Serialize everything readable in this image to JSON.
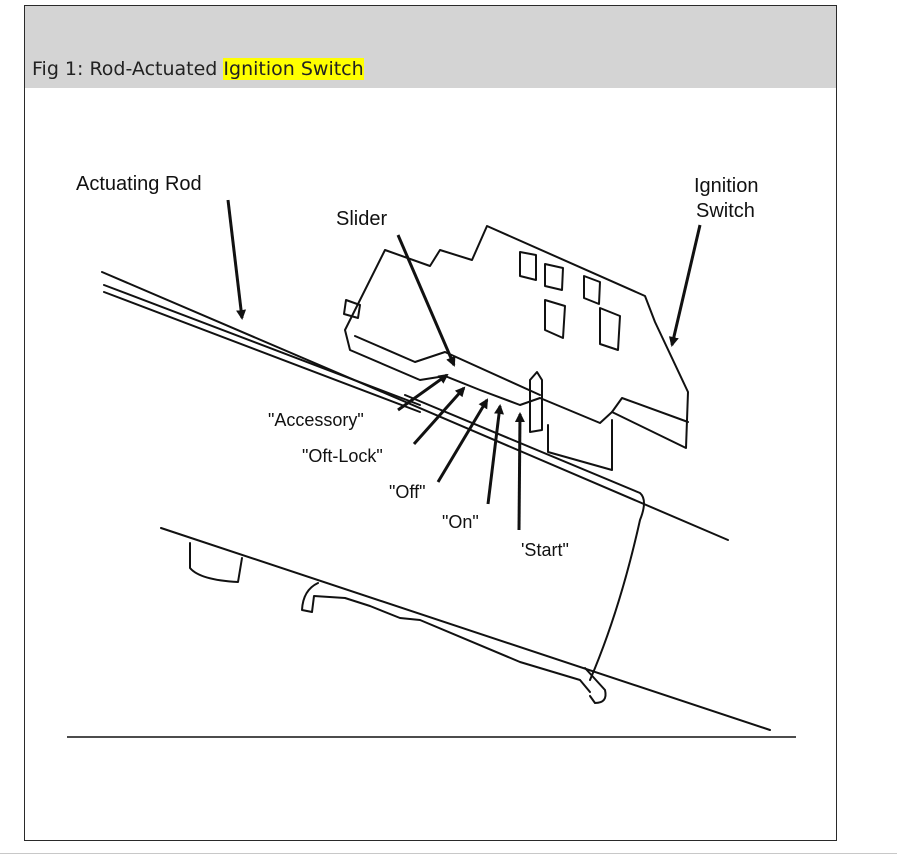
{
  "caption": {
    "prefix": "Fig 1: Rod-Actuated ",
    "highlight": "Ignition Switch",
    "highlight_color": "#ffff00",
    "bar_color": "#d4d4d4"
  },
  "labels": {
    "actuating_rod": "Actuating Rod",
    "slider": "Slider",
    "ignition_line1": "Ignition",
    "ignition_line2": "Switch",
    "accessory": "\"Accessory\"",
    "off_lock": "\"Oft-Lock\"",
    "off": "\"Off\"",
    "on": "\"On\"",
    "start": "'Start\""
  }
}
